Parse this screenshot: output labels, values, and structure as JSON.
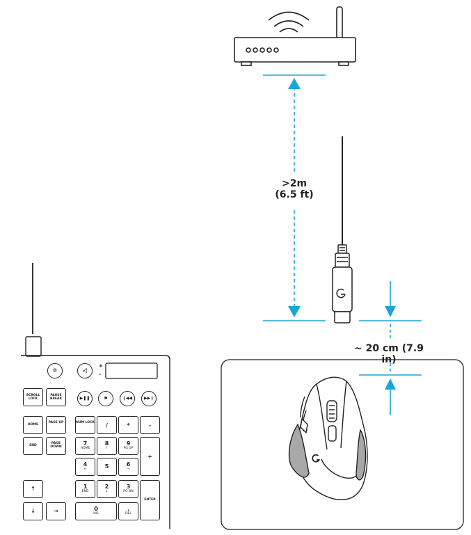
{
  "distance_label": {
    "line1": ">2m",
    "line2": "(6.5 ft)"
  },
  "receiver_distance_label": "~ 20 cm (7.9 in)",
  "colors": {
    "accent": "#1aa6d6",
    "stroke": "#222222",
    "grip": "#a8a8a8"
  },
  "keyboard": {
    "keys": {
      "scroll_lock": "SCROLL LOCK",
      "pause_break": "PAUSE BREAK",
      "home": "HOME",
      "page_up": "PAGE UP",
      "end": "END",
      "page_down": "PAGE DOWN",
      "num_lock": "NUM LOCK",
      "slash": "/",
      "asterisk": "*",
      "minus": "-",
      "plus": "+",
      "enter": "ENTER",
      "n7": "7",
      "n7_sub": "HOME",
      "n8": "8",
      "n9": "9",
      "n9_sub": "PG UP",
      "n4": "4",
      "n5": "5",
      "n6": "6",
      "n1": "1",
      "n1_sub": "END",
      "n2": "2",
      "n3": "3",
      "n3_sub": "PG DN",
      "n0": "0",
      "n0_sub": "INS",
      "dot": ".",
      "dot_sub": "DEL",
      "arrow_up": "↑",
      "arrow_down": "↓",
      "arrow_right": "→",
      "arrow_left_sub": "←",
      "arrow_up_sub": "↑",
      "arrow_down_sub": "↓",
      "arrow_right_sub": "→"
    },
    "media": {
      "play_pause": "▶❚❚",
      "stop": "■",
      "prev": "❙◀◀",
      "next": "▶▶❙"
    },
    "volume_plus": "+",
    "volume_minus": "-"
  },
  "icons": [
    "router-icon",
    "wifi-icon",
    "usb-receiver-icon",
    "mouse-icon",
    "keyboard-icon",
    "brightness-icon",
    "mute-icon",
    "logitech-g-logo"
  ]
}
